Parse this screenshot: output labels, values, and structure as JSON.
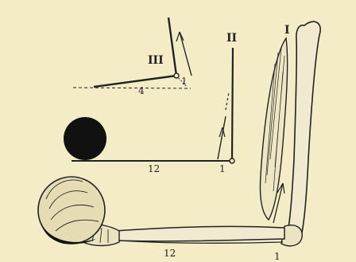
{
  "colors": {
    "background": "#f3ecc6",
    "ink": "#222222",
    "ball": "#111111"
  },
  "labels": {
    "roman_1": "I",
    "roman_2": "II",
    "roman_3": "III",
    "lever2_short_arm": "1",
    "lever2_long_arm": "12",
    "lever3_short_arm": "1",
    "lever3_long_arm": "4",
    "arm_long_segment": "12",
    "arm_short_segment": "1"
  }
}
